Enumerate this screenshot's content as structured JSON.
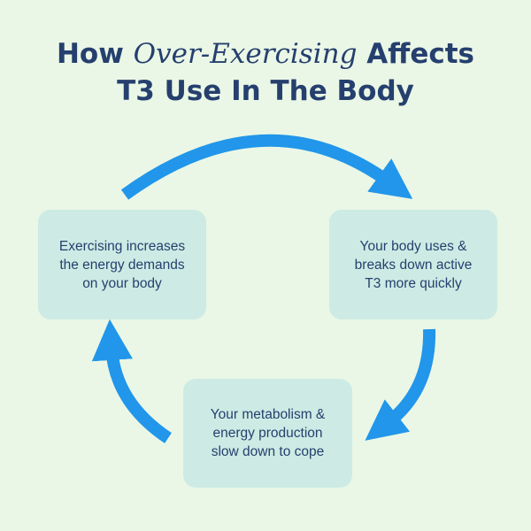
{
  "title": {
    "prefix": "How ",
    "emphasis": "Over-Exercising",
    "suffix": " Affects",
    "line2": "T3 Use In The Body"
  },
  "steps": [
    {
      "lines": [
        "Exercising increases",
        "the energy demands",
        "on your body"
      ]
    },
    {
      "lines": [
        "Your body uses &",
        "breaks down active",
        "T3 more quickly"
      ]
    },
    {
      "lines": [
        "Your metabolism &",
        "energy production",
        "slow down to cope"
      ]
    }
  ],
  "colors": {
    "background": "#eaf7e6",
    "box": "#cdebe4",
    "text": "#253f6e",
    "arrow": "#2196ea"
  }
}
